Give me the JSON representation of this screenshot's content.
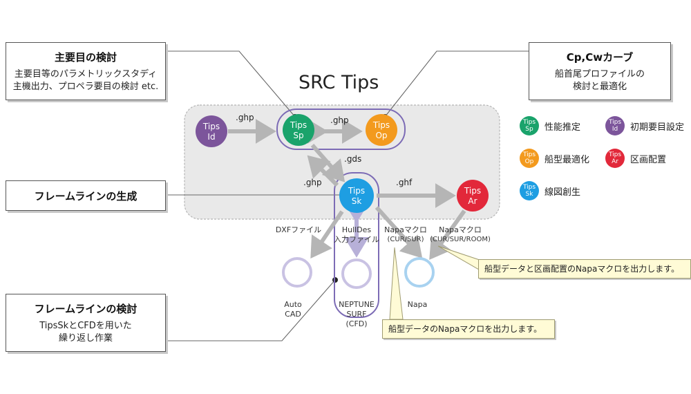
{
  "title": "SRC Tips",
  "nodes": {
    "id": {
      "line1": "Tips",
      "line2": "Id",
      "color": "#7c559b"
    },
    "sp": {
      "line1": "Tips",
      "line2": "Sp",
      "color": "#1aa36b"
    },
    "op": {
      "line1": "Tips",
      "line2": "Op",
      "color": "#f39a1e"
    },
    "sk": {
      "line1": "Tips",
      "line2": "Sk",
      "color": "#1e9ee2"
    },
    "ar": {
      "line1": "Tips",
      "line2": "Ar",
      "color": "#e2283a"
    }
  },
  "arrows": {
    "id_sp": ".ghp",
    "sp_op": ".ghp",
    "sp_sk": ".gds",
    "sk_sp": ".ghp",
    "sk_ar": ".ghf"
  },
  "outputs": {
    "dxf_label": "DXFファイル",
    "hulldes_label_1": "HullDes",
    "hulldes_label_2": "入力ファイル",
    "napa_cur_label_1": "Napaマクロ",
    "napa_cur_label_2": "(CUR/SUR)",
    "napa_room_label_1": "Napaマクロ",
    "napa_room_label_2": "(CUR/SUR/ROOM)",
    "autocad_1": "Auto",
    "autocad_2": "CAD",
    "neptune_1": "NEPTUNE",
    "neptune_2": "SURF",
    "neptune_3": "(CFD)",
    "napa": "Napa"
  },
  "callouts": {
    "main_dims": {
      "title": "主要目の検討",
      "line1": "主要目等のパラメトリックスタディ",
      "line2": "主機出力、プロペラ要目の検討 etc."
    },
    "cpcw": {
      "title": "Cp,Cwカーブ",
      "line1": "船首尾プロファイルの",
      "line2": "検討と最適化"
    },
    "frame_gen": {
      "title": "フレームラインの生成"
    },
    "frame_review": {
      "title": "フレームラインの検討",
      "line1": "TipsSkとCFDを用いた",
      "line2": "繰り返し作業"
    }
  },
  "notes": {
    "napa_room": "船型データと区画配置のNapaマクロを出力します。",
    "napa_cur": "船型データのNapaマクロを出力します。"
  },
  "legend": [
    {
      "line1": "Tips",
      "line2": "Sp",
      "label": "性能推定",
      "color": "#1aa36b"
    },
    {
      "line1": "Tips",
      "line2": "Id",
      "label": "初期要目設定",
      "color": "#7c559b"
    },
    {
      "line1": "Tips",
      "line2": "Op",
      "label": "船型最適化",
      "color": "#f39a1e"
    },
    {
      "line1": "Tips",
      "line2": "Ar",
      "label": "区画配置",
      "color": "#e2283a"
    },
    {
      "line1": "Tips",
      "line2": "Sk",
      "label": "線図創生",
      "color": "#1e9ee2"
    }
  ]
}
